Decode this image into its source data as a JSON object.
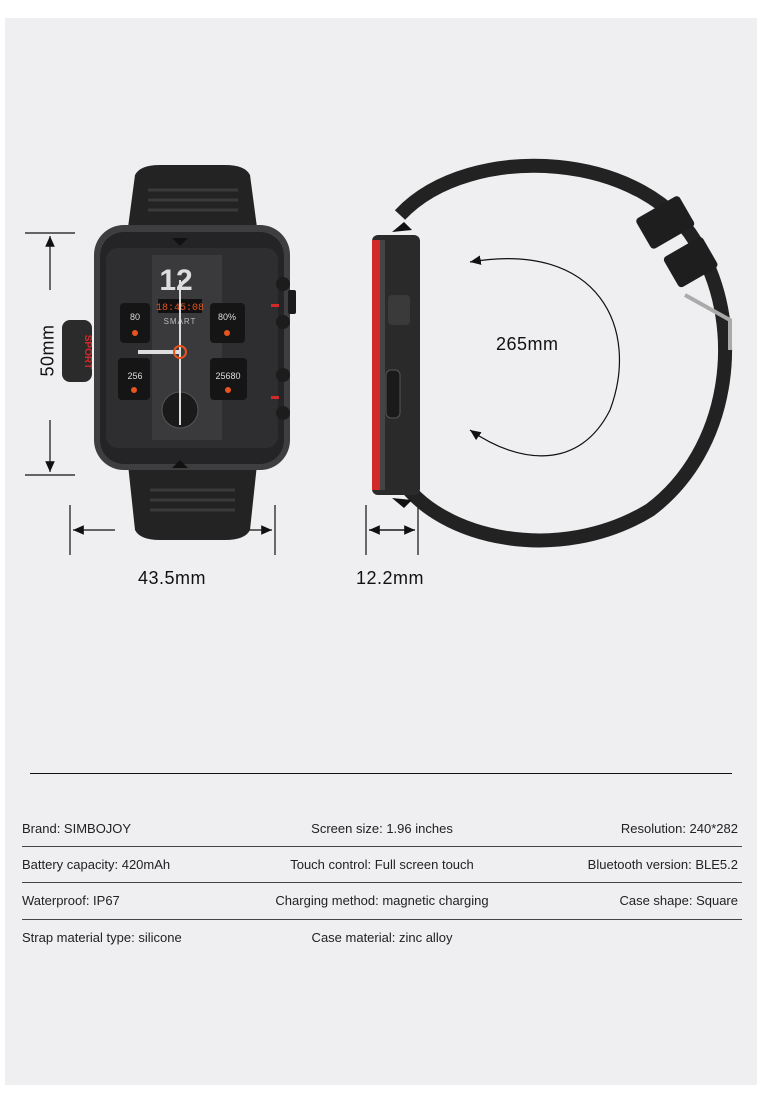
{
  "dimensions": {
    "height": "50mm",
    "width": "43.5mm",
    "thickness": "12.2mm",
    "strap_length": "265mm"
  },
  "watch_face": {
    "hour": "12",
    "time": "18:45:08",
    "brand_text": "SMART",
    "heart_rate": "80",
    "battery": "80%",
    "calories": "256",
    "steps": "25680",
    "side_label": "SPORT"
  },
  "specs": [
    [
      "Brand: SIMBOJOY",
      "Screen size: 1.96 inches",
      "Resolution: 240*282"
    ],
    [
      "Battery capacity: 420mAh",
      "Touch control: Full screen touch",
      "Bluetooth version: BLE5.2"
    ],
    [
      "Waterproof: IP67",
      "Charging method: magnetic charging",
      "Case shape: Square"
    ],
    [
      "Strap material type: silicone",
      "Case material: zinc alloy",
      ""
    ]
  ],
  "colors": {
    "accent": "#e8531f",
    "red": "#d22a2a",
    "background": "#efeef0"
  }
}
